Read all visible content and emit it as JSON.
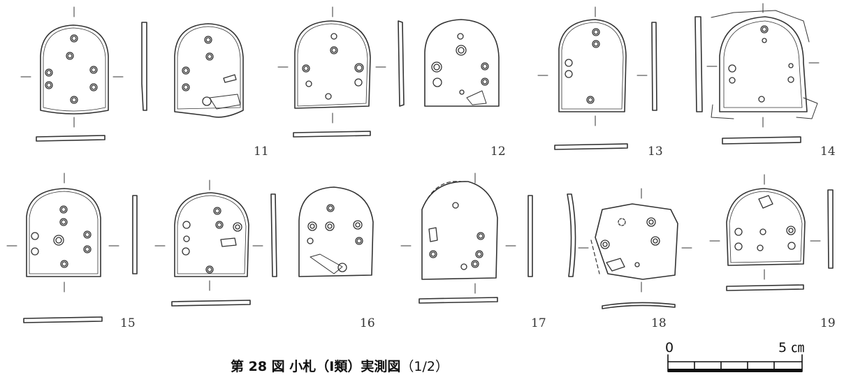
{
  "figure": {
    "caption_bold": "第 28 図 小札（Ⅰ類）実測図",
    "caption_scale": "（1/2）"
  },
  "scale_bar": {
    "left_label": "0",
    "right_label": "5 ㎝"
  },
  "specimens": [
    {
      "id": "sp11",
      "number": "11"
    },
    {
      "id": "sp12",
      "number": "12"
    },
    {
      "id": "sp13",
      "number": "13"
    },
    {
      "id": "sp14",
      "number": "14"
    },
    {
      "id": "sp15",
      "number": "15"
    },
    {
      "id": "sp16",
      "number": "16"
    },
    {
      "id": "sp17",
      "number": "17"
    },
    {
      "id": "sp18",
      "number": "18"
    },
    {
      "id": "sp19",
      "number": "19"
    }
  ]
}
